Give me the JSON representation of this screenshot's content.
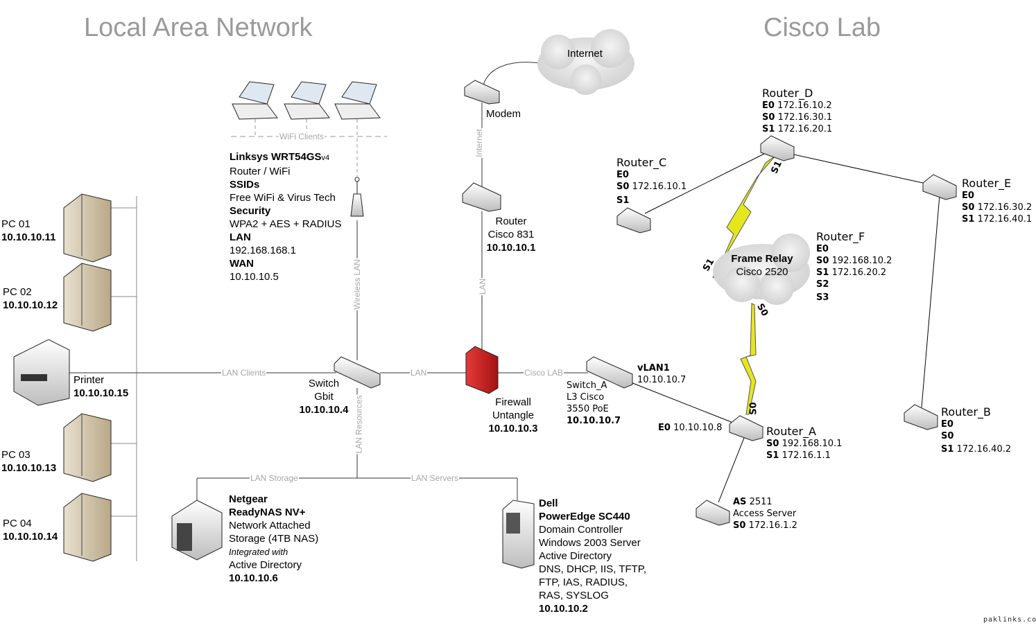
{
  "titles": {
    "lan": "Local Area Network",
    "cisco": "Cisco Lab"
  },
  "watermark": "paklinks.com",
  "link_labels": {
    "wifi_clients": "WiFi Clients",
    "wireless_lan": "Wireless LAN",
    "internet": "Internet",
    "lan_vertical": "LAN",
    "lan_clients": "LAN Clients",
    "lan_switch_fw": "LAN",
    "cisco_lab": "Cisco LAB",
    "lan_resources": "LAN Resources",
    "lan_storage": "LAN Storage",
    "lan_servers": "LAN Servers"
  },
  "lan": {
    "pcs": [
      {
        "name": "PC 01",
        "ip": "10.10.10.11"
      },
      {
        "name": "PC 02",
        "ip": "10.10.10.12"
      },
      {
        "name": "PC 03",
        "ip": "10.10.10.13"
      },
      {
        "name": "PC 04",
        "ip": "10.10.10.14"
      }
    ],
    "printer": {
      "name": "Printer",
      "ip": "10.10.10.15"
    },
    "wifi_router": {
      "model": "Linksys WRT54GS",
      "version": "v4",
      "role": "Router / WiFi",
      "ssids_label": "SSIDs",
      "ssids": "Free WiFi & Virus Tech",
      "security_label": "Security",
      "security": "WPA2 + AES + RADIUS",
      "lan_label": "LAN",
      "lan_ip": "192.168.168.1",
      "wan_label": "WAN",
      "wan_ip": "10.10.10.5"
    },
    "switch": {
      "name": "Switch",
      "type": "Gbit",
      "ip": "10.10.10.4"
    },
    "internet_cloud": "Internet",
    "modem": "Modem",
    "router": {
      "name": "Router",
      "model": "Cisco 831",
      "ip": "10.10.10.1"
    },
    "firewall": {
      "name": "Firewall",
      "model": "Untangle",
      "ip": "10.10.10.3"
    },
    "nas": {
      "vendor": "Netgear",
      "model": "ReadyNAS NV+",
      "desc1": "Network Attached",
      "desc2": "Storage (4TB NAS)",
      "note": "Integrated with",
      "desc3": "Active Directory",
      "ip": "10.10.10.6"
    },
    "server": {
      "vendor": "Dell",
      "model": "PowerEdge SC440",
      "lines": [
        "Domain Controller",
        "Windows 2003 Server",
        "Active Directory",
        "DNS, DHCP, IIS, TFTP,",
        "FTP,  IAS, RADIUS,",
        "RAS, SYSLOG"
      ],
      "ip": "10.10.10.2"
    }
  },
  "cisco": {
    "switch_a": {
      "vlan_label": "vLAN1",
      "vlan_ip": "10.10.10.7",
      "name": "Switch_A",
      "line1": "L3 Cisco",
      "line2": "3550 PoE",
      "ip": "10.10.10.7"
    },
    "router_a": {
      "name": "Router_A",
      "e0": "E0",
      "e0_ip": "10.10.10.8",
      "s0": "S0",
      "s0_ip": "192.168.10.1",
      "s1": "S1",
      "s1_ip": "172.16.1.1"
    },
    "router_b": {
      "name": "Router_B",
      "e0": "E0",
      "s0": "S0",
      "s1": "S1",
      "s1_ip": "172.16.40.2"
    },
    "router_c": {
      "name": "Router_C",
      "e0": "E0",
      "s0": "S0",
      "s0_ip": "172.16.10.1",
      "s1": "S1"
    },
    "router_d": {
      "name": "Router_D",
      "e0": "E0",
      "e0_ip": "172.16.10.2",
      "s0": "S0",
      "s0_ip": "172.16.30.1",
      "s1": "S1",
      "s1_ip": "172.16.20.1"
    },
    "router_e": {
      "name": "Router_E",
      "e0": "E0",
      "s0": "S0",
      "s0_ip": "172.16.30.2",
      "s1": "S1",
      "s1_ip": "172.16.40.1"
    },
    "router_f": {
      "name": "Router_F",
      "e0": "E0",
      "s0": "S0",
      "s0_ip": "192.168.10.2",
      "s1": "S1",
      "s1_ip": "172.16.20.2",
      "s2": "S2",
      "s3": "S3"
    },
    "frame_relay": {
      "name": "Frame Relay",
      "model": "Cisco 2520"
    },
    "access_server": {
      "as_label": "AS",
      "model": "2511",
      "desc": "Access Server",
      "s0": "S0",
      "s0_ip": "172.16.1.2"
    },
    "serial_labels": {
      "d_s1": "S1",
      "fr_s1": "S1",
      "fr_s0": "S0",
      "a_s0": "S0"
    }
  }
}
